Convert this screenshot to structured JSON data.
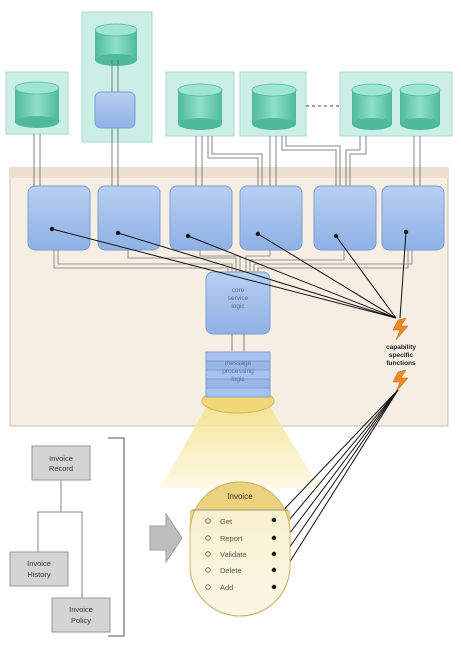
{
  "core": {
    "line1": "core",
    "line2": "service",
    "line3": "logic"
  },
  "message": {
    "line1": "message",
    "line2": "processing",
    "line3": "logic"
  },
  "capability": {
    "line1": "capability",
    "line2": "specific",
    "line3": "functions"
  },
  "hierarchy": {
    "record": [
      "Invoice",
      "Record"
    ],
    "history": [
      "Invoice",
      "History"
    ],
    "policy": [
      "Invoice",
      "Policy"
    ]
  },
  "invoice_service": {
    "title": "Invoice",
    "capabilities": [
      "Get",
      "Report",
      "Validate",
      "Delete",
      "Add"
    ]
  },
  "colors": {
    "container_fill": "#cbeee6",
    "database_fill": "#5ec7aa",
    "service_box": "#9fbfea",
    "panel_fill": "#f7efe2",
    "beam": "#f6ecac",
    "oval_header": "#ecd27c",
    "lightning": "#f08a1e"
  }
}
